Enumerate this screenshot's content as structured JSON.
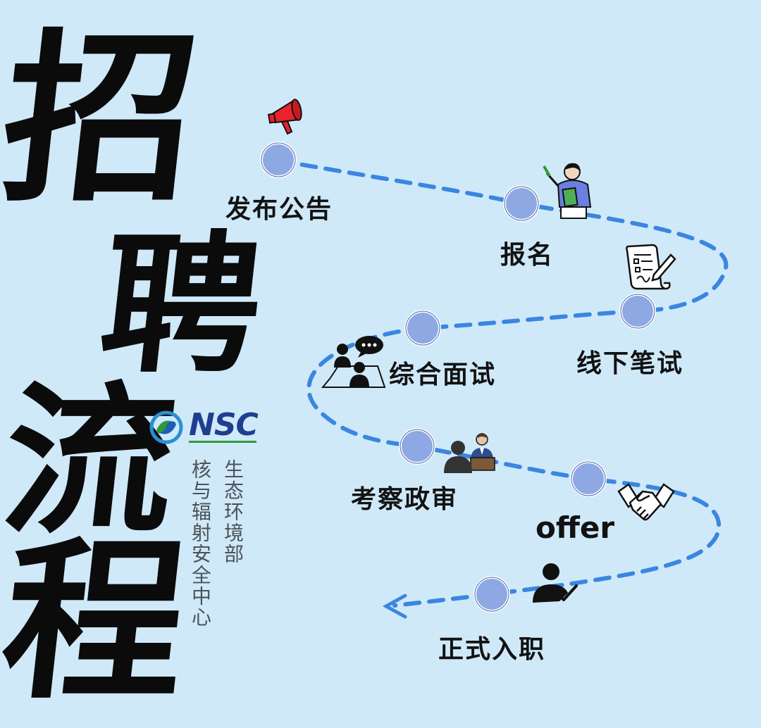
{
  "title": {
    "chars": [
      "招",
      "聘",
      "流",
      "程"
    ]
  },
  "logo": {
    "text": "NSC",
    "org_col_1": "生态环境部",
    "org_col_2": "核与辐射安全中心"
  },
  "steps": [
    {
      "label": "发布公告",
      "icon": "megaphone-icon"
    },
    {
      "label": "报名",
      "icon": "person-writing-icon"
    },
    {
      "label": "线下笔试",
      "icon": "exam-paper-icon"
    },
    {
      "label": "综合面试",
      "icon": "interview-chat-icon"
    },
    {
      "label": "考察政审",
      "icon": "review-meeting-icon"
    },
    {
      "label": "offer",
      "icon": "handshake-icon"
    },
    {
      "label": "正式入职",
      "icon": "person-check-icon"
    }
  ],
  "colors": {
    "background": "#cfe9f9",
    "path": "#3a86e0",
    "node_fill": "#8ea8e3",
    "node_ring": "#ffffff",
    "title": "#0b0b0b",
    "logo_blue": "#1f3e8f",
    "logo_green": "#2d9a3a"
  }
}
